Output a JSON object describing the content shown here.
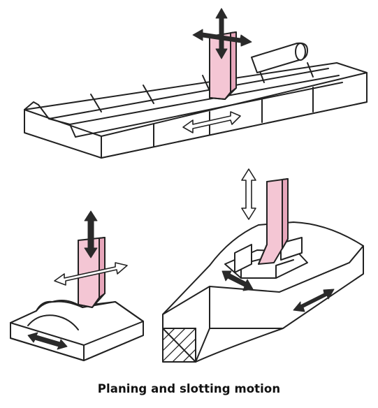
{
  "caption": "Planing and slotting motion",
  "colors": {
    "tool_fill": "#f4c6d4",
    "tool_shade": "#e7a6bb",
    "outline": "#222222",
    "motion_arrow_dark": "#2a2a2a",
    "motion_arrow_light": "#ffffff"
  },
  "diagram_parts": [
    {
      "name": "planing-long-workpiece",
      "icon": "long-guided-bed"
    },
    {
      "name": "planing-tool-top",
      "icon": "square-cutting-tool"
    },
    {
      "name": "planing-small-workpiece",
      "icon": "curved-block"
    },
    {
      "name": "planing-tool-small",
      "icon": "square-cutting-tool"
    },
    {
      "name": "slotting-workpiece",
      "icon": "hollow-lever-part"
    },
    {
      "name": "slotting-tool",
      "icon": "slotting-tool"
    }
  ]
}
